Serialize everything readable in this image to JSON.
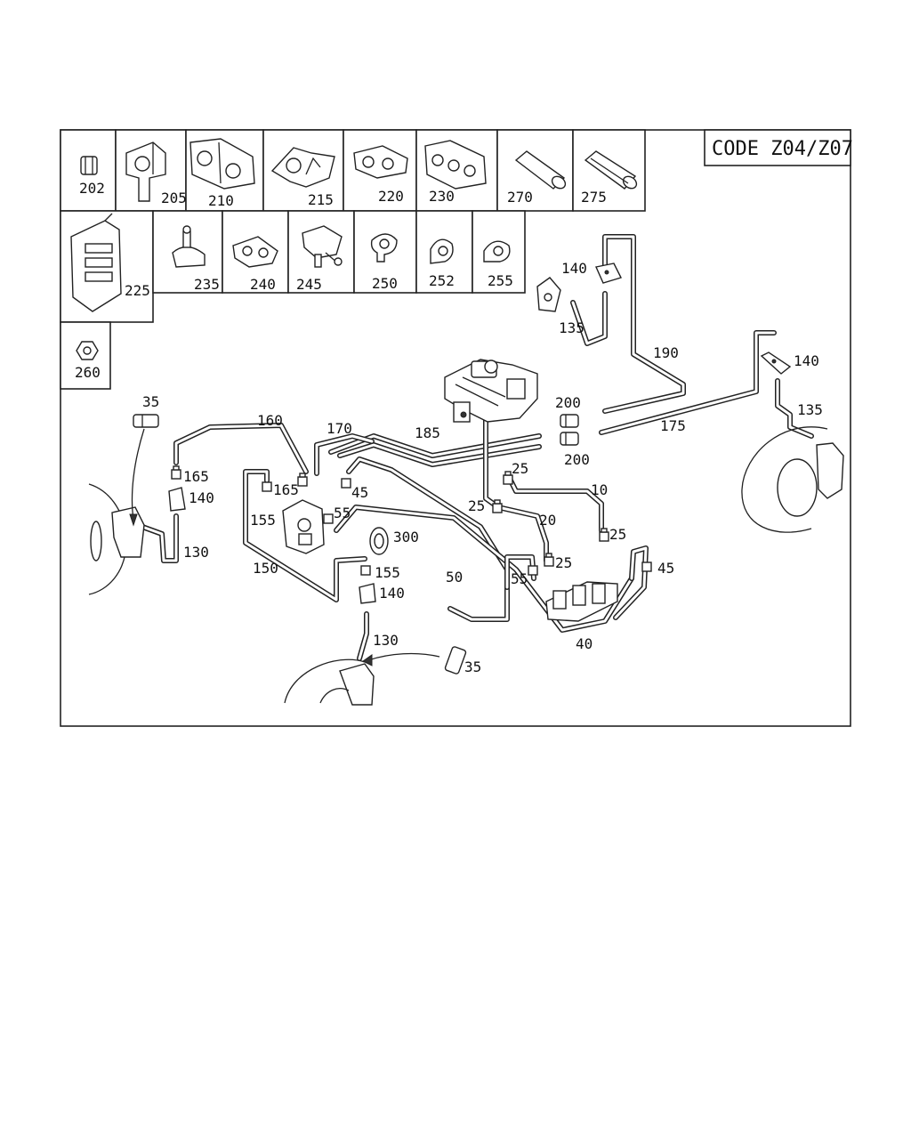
{
  "code_label": "CODE Z04/Z07",
  "parts_grid": {
    "row1": [
      "202",
      "205",
      "210",
      "215",
      "220",
      "230",
      "270",
      "275"
    ],
    "row2": [
      "225",
      "235",
      "240",
      "245",
      "250",
      "252",
      "255"
    ],
    "row3": [
      "260"
    ]
  },
  "callouts": {
    "c140_tr": "140",
    "c135_tr": "135",
    "c190": "190",
    "c140_r": "140",
    "c135_r": "135",
    "c175": "175",
    "c200_a": "200",
    "c200_b": "200",
    "c185": "185",
    "c160": "160",
    "c170": "170",
    "c35_l": "35",
    "c165_l": "165",
    "c140_l": "140",
    "c130_l": "130",
    "c165_m": "165",
    "c155_m": "155",
    "c45_m": "45",
    "c55_m": "55",
    "c300": "300",
    "c150": "150",
    "c155_b": "155",
    "c140_b": "140",
    "c130_b": "130",
    "c35_b": "35",
    "c50": "50",
    "c25_a": "25",
    "c25_b": "25",
    "c10": "10",
    "c20": "20",
    "c25_c": "25",
    "c25_d": "25",
    "c45_r": "45",
    "c55_r": "55",
    "c40": "40"
  }
}
